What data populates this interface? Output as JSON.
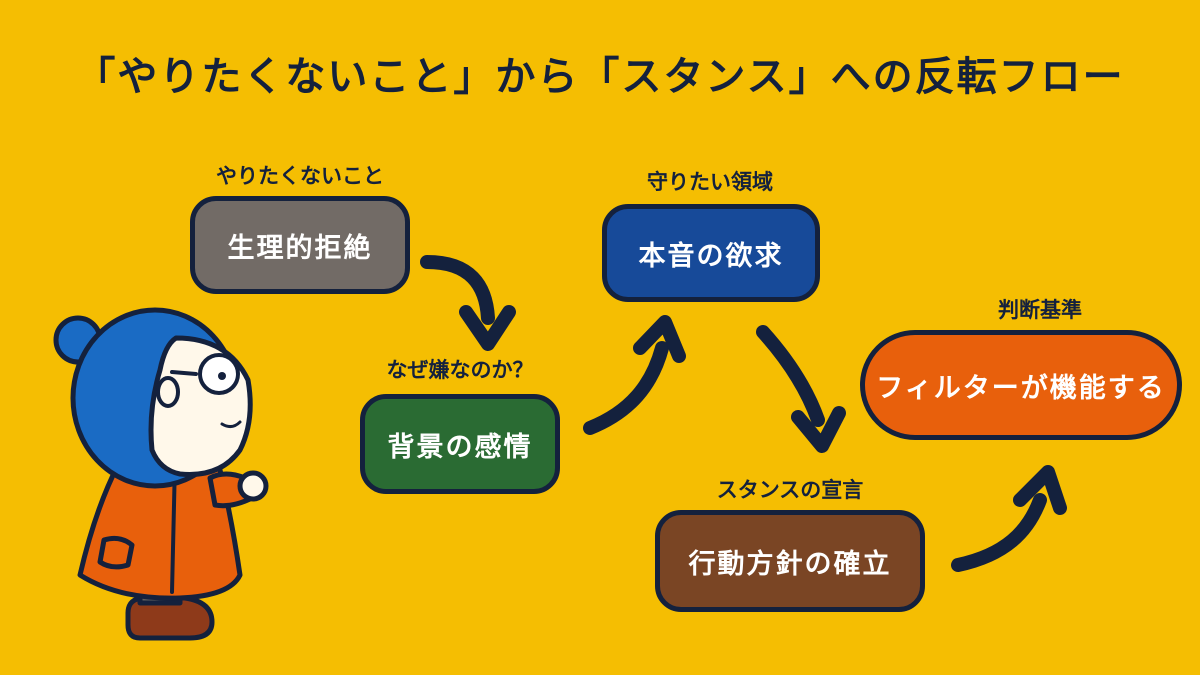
{
  "title": "「やりたくないこと」から「スタンス」への反転フロー",
  "nodes": [
    {
      "label": "やりたくないこと",
      "text": "生理的拒絶",
      "color": "#726B66"
    },
    {
      "label": "なぜ嫌なのか？",
      "text": "背景の感情",
      "color": "#2A6B33"
    },
    {
      "label": "守りたい領域",
      "text": "本音の欲求",
      "color": "#174A99"
    },
    {
      "label": "スタンスの宣言",
      "text": "行動方針の確立",
      "color": "#7A4524"
    },
    {
      "label": "判断基準",
      "text": "フィルターが機能する",
      "color": "#E8600C"
    }
  ]
}
